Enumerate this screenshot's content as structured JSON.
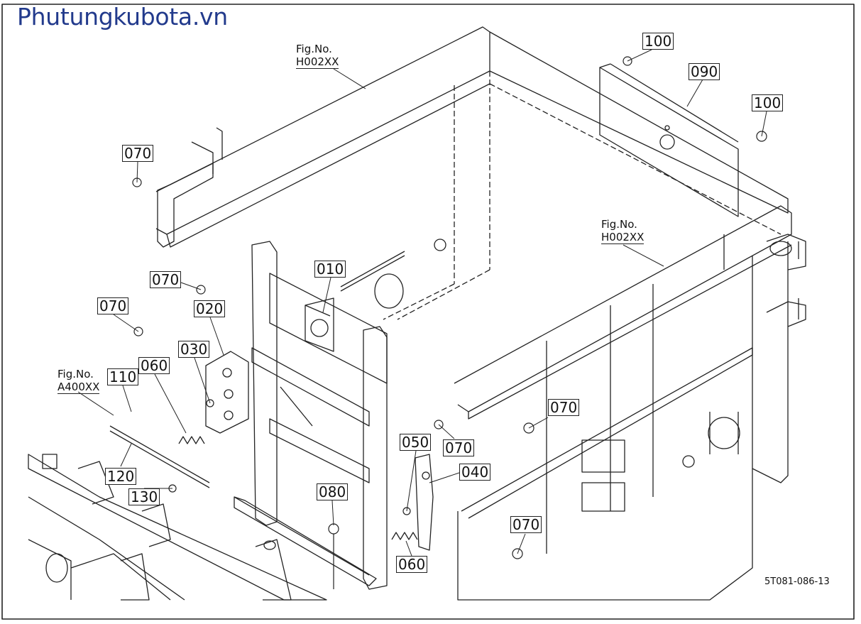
{
  "watermark": "Phutungkubota.vn",
  "drawing_code": "5T081-086-13",
  "fig_refs": [
    {
      "line1": "Fig.No.",
      "line2": "H002XX"
    },
    {
      "line1": "Fig.No.",
      "line2": "H002XX"
    },
    {
      "line1": "Fig.No.",
      "line2": "A400XX"
    }
  ],
  "callouts": [
    "100",
    "090",
    "100",
    "070",
    "070",
    "070",
    "020",
    "010",
    "030",
    "110",
    "060",
    "120",
    "130",
    "070",
    "050",
    "070",
    "040",
    "080",
    "070",
    "060"
  ],
  "colors": {
    "watermark": "#223a8c",
    "line": "#222222",
    "background": "#ffffff"
  }
}
